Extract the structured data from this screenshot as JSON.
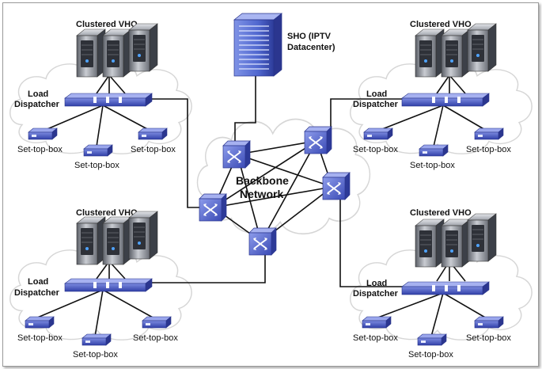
{
  "sho": {
    "line1": "SHO (IPTV",
    "line2": "Datacenter)"
  },
  "backbone": {
    "line1": "Backbone",
    "line2": "Network"
  },
  "clusters": {
    "top_left": {
      "vho": "Clustered VHO",
      "dispatcher_line1": "Load",
      "dispatcher_line2": "Dispatcher",
      "stb": [
        "Set-top-box",
        "Set-top-box",
        "Set-top-box"
      ]
    },
    "top_right": {
      "vho": "Clustered VHO",
      "dispatcher_line1": "Load",
      "dispatcher_line2": "Dispatcher",
      "stb": [
        "Set-top-box",
        "Set-top-box",
        "Set-top-box"
      ]
    },
    "bottom_left": {
      "vho": "Clustered VHO",
      "dispatcher_line1": "Load",
      "dispatcher_line2": "Dispatcher",
      "stb": [
        "Set-top-box",
        "Set-top-box",
        "Set-top-box"
      ]
    },
    "bottom_right": {
      "vho": "Clustered VHO",
      "dispatcher_line1": "Load",
      "dispatcher_line2": "Dispatcher",
      "stb": [
        "Set-top-box",
        "Set-top-box",
        "Set-top-box"
      ]
    }
  },
  "colors": {
    "device_blue": "#4a5bc4",
    "device_dark": "#2a3490",
    "server_gray": "#9aa0a8",
    "cloud_stroke": "#d8d8d8",
    "link": "#111111"
  }
}
